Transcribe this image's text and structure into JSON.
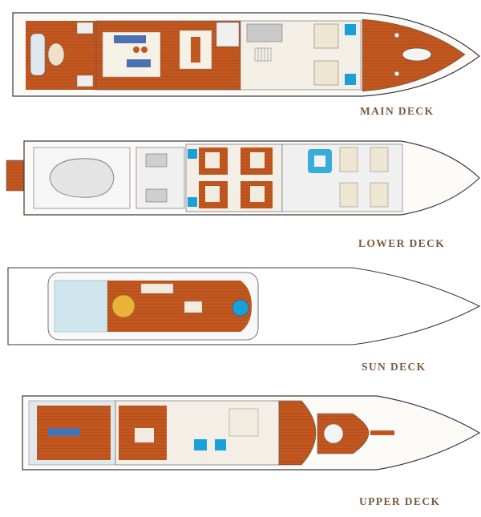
{
  "decks": {
    "main": {
      "label": "MAIN DECK"
    },
    "lower": {
      "label": "LOWER DECK"
    },
    "sun": {
      "label": "SUN DECK"
    },
    "upper": {
      "label": "UPPER DECK"
    }
  },
  "colors": {
    "teak": "#c2571f",
    "teak_dark": "#9a4418",
    "outline": "#3a3a3a",
    "label": "#7a5a3a",
    "pool": "#1aa0d8",
    "glass": "#cfe6ee",
    "interior": "#f3efe6",
    "furniture": "#d8c8a8"
  }
}
